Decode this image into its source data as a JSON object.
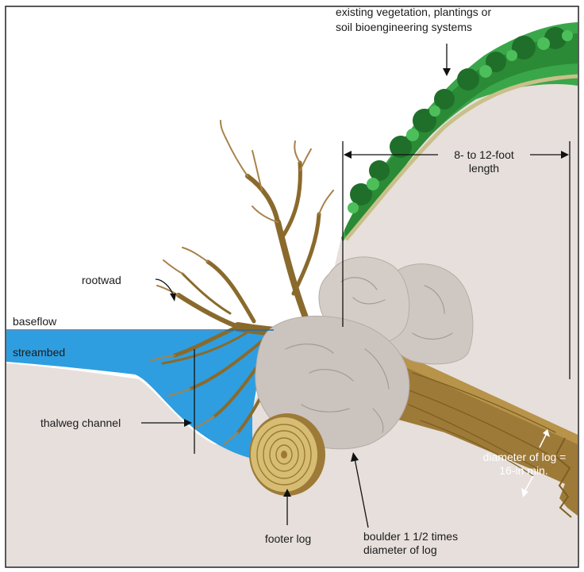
{
  "diagram": {
    "labels": {
      "vegetation_line1": "existing vegetation, plantings or",
      "vegetation_line2": "soil bioengineering systems",
      "length_line1": "8- to 12-foot",
      "length_line2": "length",
      "rootwad": "rootwad",
      "baseflow": "baseflow",
      "streambed": "streambed",
      "thalweg": "thalweg channel",
      "footer_log": "footer log",
      "boulder_line1": "boulder 1 1/2 times",
      "boulder_line2": "diameter of log",
      "diameter_line1": "diameter of log =",
      "diameter_line2": "16-in min."
    },
    "colors": {
      "bank": "#e6dfdb",
      "water": "#2e9ee0",
      "log": "#9e7a38",
      "log_end": "#d6bd73",
      "boulder": "#cbc3bd",
      "vegetation": "#2f8f3a"
    }
  }
}
